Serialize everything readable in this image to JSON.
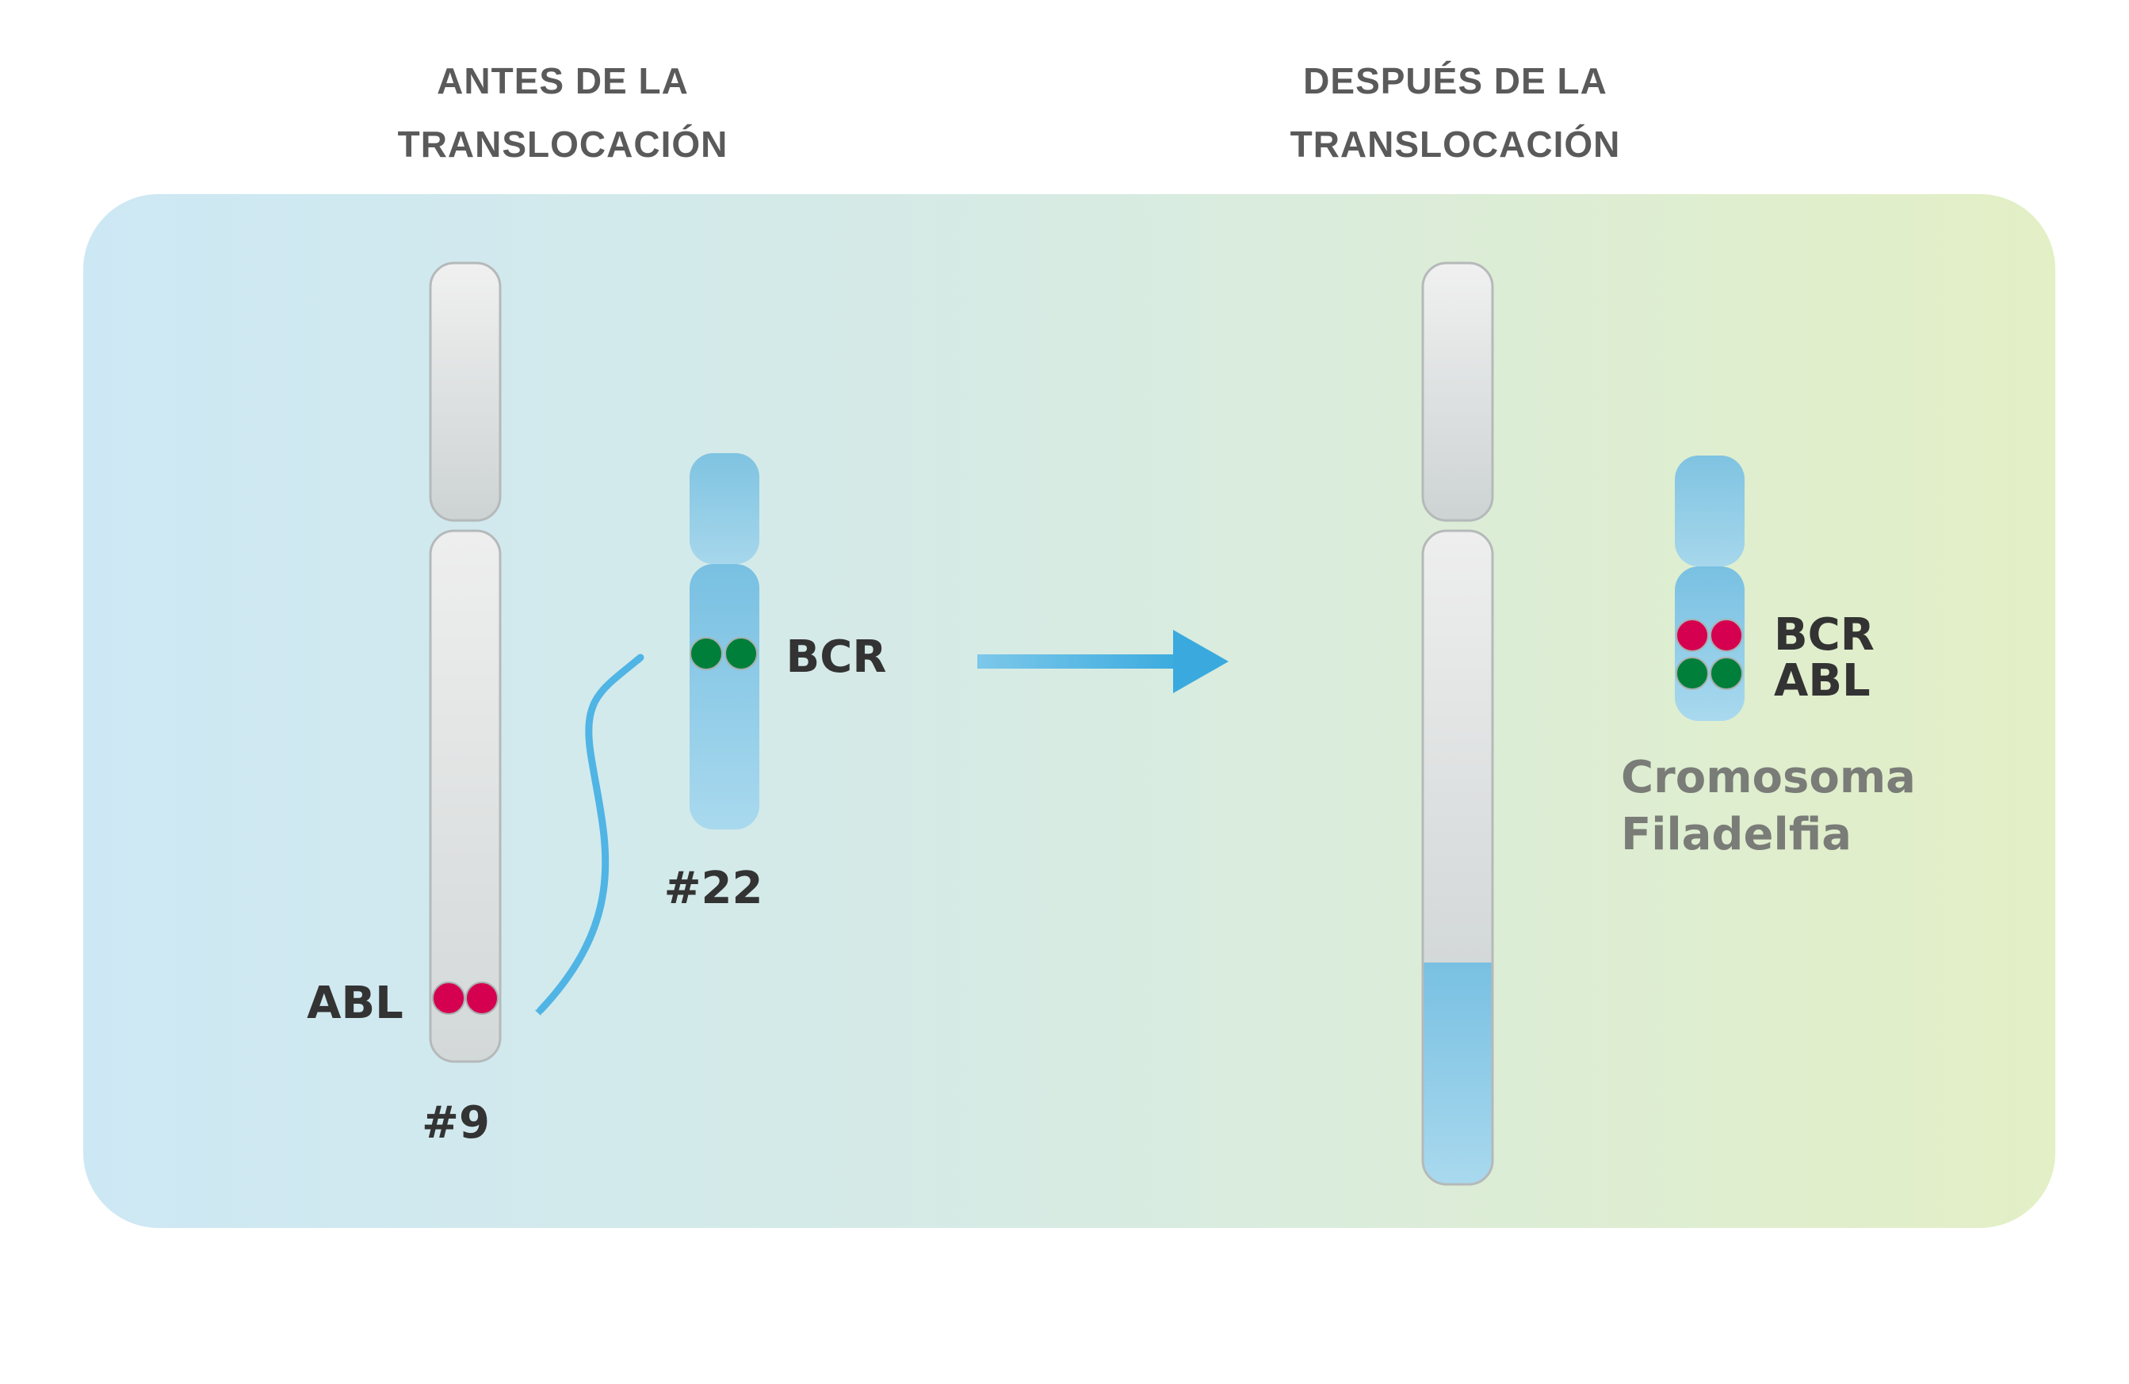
{
  "headings": {
    "before": {
      "line1": "ANTES DE LA",
      "line2": "TRANSLOCACIÓN"
    },
    "after": {
      "line1": "DESPUÉS DE LA",
      "line2": "TRANSLOCACIÓN"
    }
  },
  "labels": {
    "chr9": "#9",
    "chr22": "#22",
    "abl": "ABL",
    "bcr": "BCR",
    "fusion_bcr": "BCR",
    "fusion_abl": "ABL",
    "philadelphia_line1": "Cromosoma",
    "philadelphia_line2": "Filadelfia"
  },
  "colors": {
    "heading_text": "#5a5a5a",
    "label_text": "#333333",
    "philadelphia_text": "#7a7c78",
    "abl_gene": "#d5004f",
    "bcr_gene": "#007f3a",
    "arrow": "#3aaade",
    "chromosome_grey": "#dfe1e1",
    "chromosome_blue": "#7fc3e1",
    "panel_left": "#cfe8f4",
    "panel_right": "#e3efc6"
  }
}
